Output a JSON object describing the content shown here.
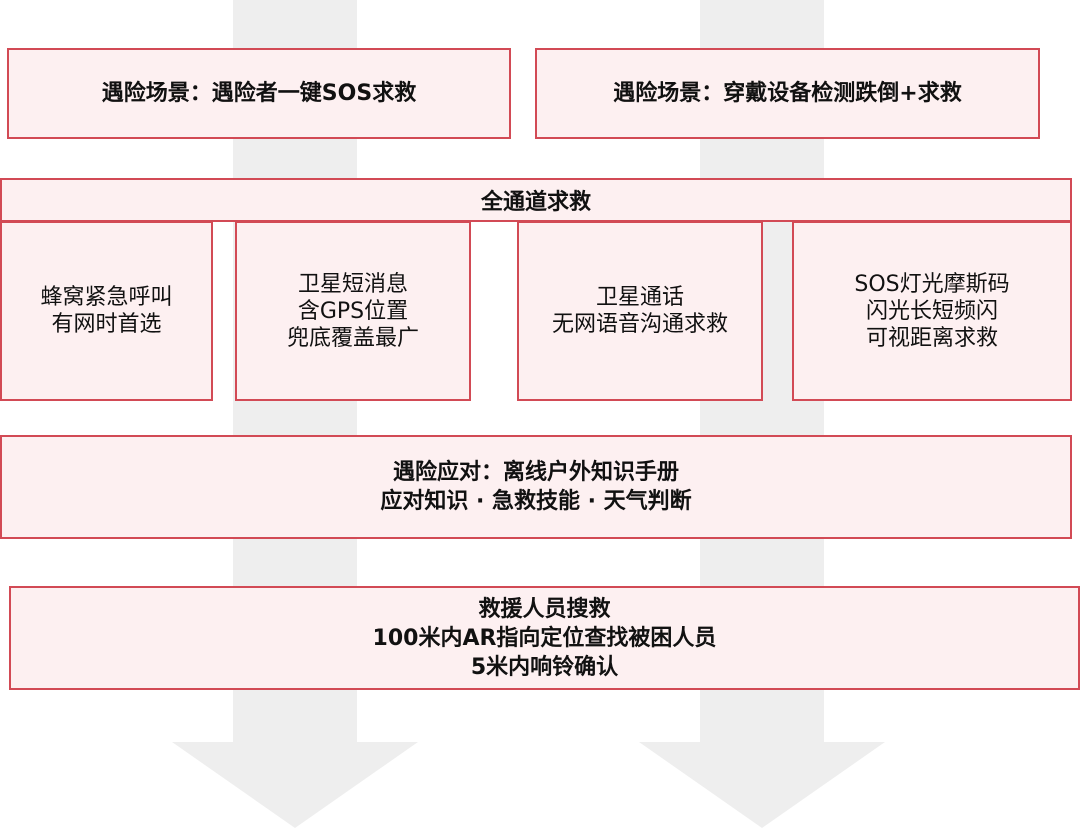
{
  "scenario_boxes": [
    {
      "label": "遇险场景：遇险者一键SOS求救"
    },
    {
      "label": "遇险场景：穿戴设备检测跌倒+求救"
    }
  ],
  "all_channel": {
    "title": "全通道求救",
    "channels": [
      {
        "lines": [
          "蜂窝紧急呼叫",
          "有网时首选"
        ]
      },
      {
        "lines": [
          "卫星短消息",
          "含GPS位置",
          "兜底覆盖最广"
        ]
      },
      {
        "lines": [
          "卫星通话",
          "无网语音沟通求救"
        ]
      },
      {
        "lines": [
          "SOS灯光摩斯码",
          "闪光长短频闪",
          "可视距离求救"
        ]
      }
    ]
  },
  "response_box": {
    "lines": [
      "遇险应对：离线户外知识手册",
      "应对知识 · 急救技能 · 天气判断"
    ]
  },
  "rescue_box": {
    "lines": [
      "救援人员搜救",
      "100米内AR指向定位查找被困人员",
      "5米内响铃确认"
    ]
  },
  "colors": {
    "box_fill": "#fdf0f1",
    "box_border": "#d24a55",
    "arrow": "#eeeeee"
  }
}
